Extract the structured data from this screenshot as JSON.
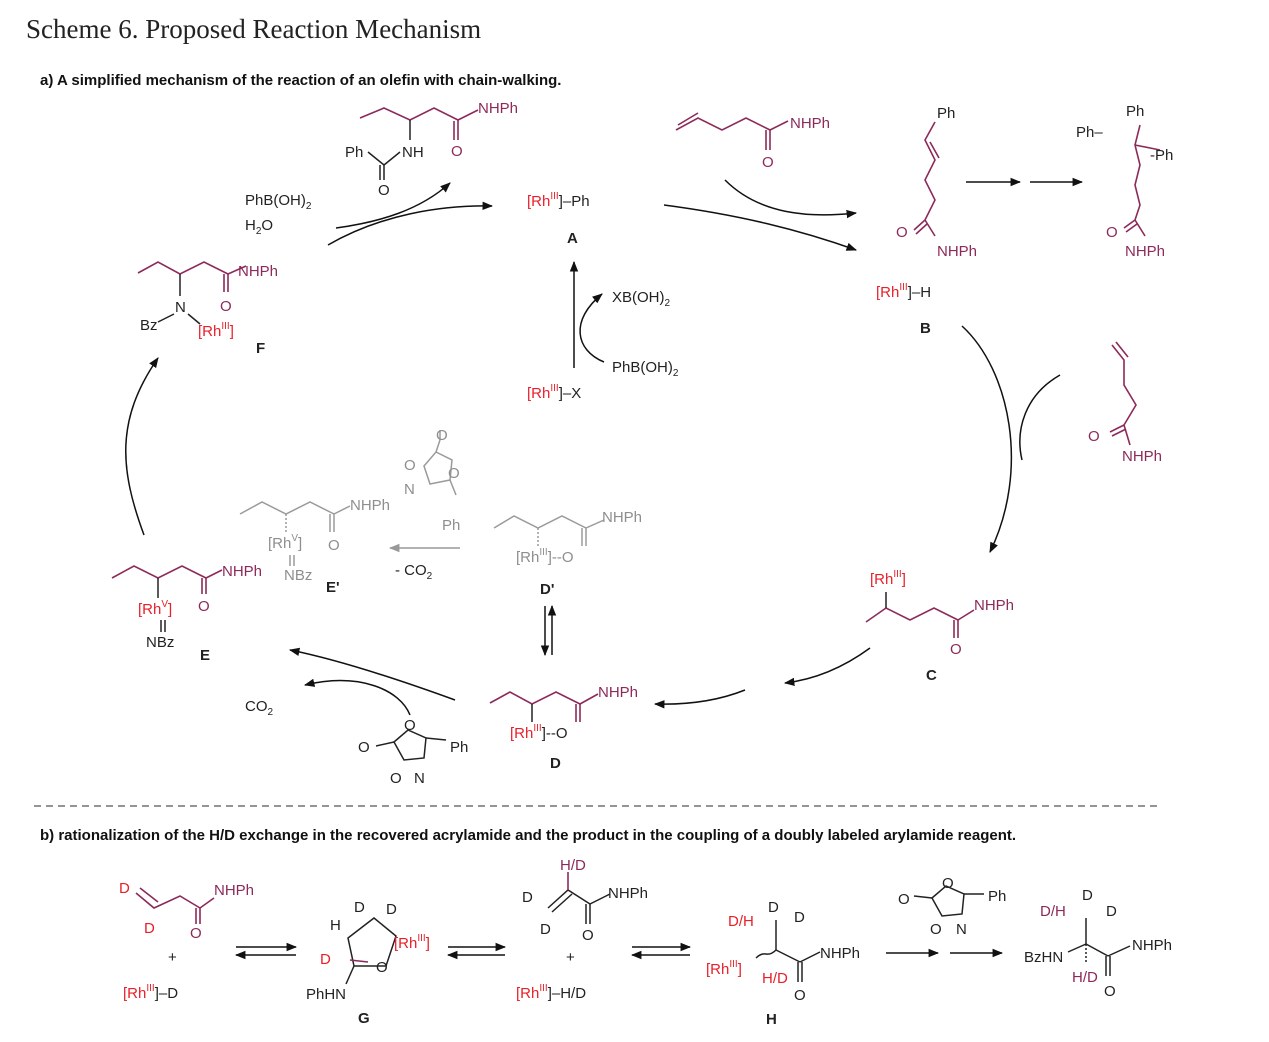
{
  "title": "Scheme 6. Proposed Reaction Mechanism",
  "section_a": "a) A simplified mechanism of the reaction of an olefin with chain-walking.",
  "section_b": "b) rationalization of the H/D exchange in the recovered acrylamide and the product in the coupling of a doubly labeled arylamide reagent.",
  "labels": {
    "A": "A",
    "B": "B",
    "C": "C",
    "D": "D",
    "Dp": "D'",
    "E": "E",
    "Ep": "E'",
    "F": "F",
    "G": "G",
    "H": "H"
  },
  "reagents": {
    "phb": "PhB(OH)",
    "h2o": "H",
    "xb": "XB(OH)",
    "phb2": "PhB(OH)",
    "co2_minus": "- CO",
    "co2": "CO",
    "plus": "+"
  },
  "chem": {
    "nhph": "NHPh",
    "ph": "Ph",
    "nh": "NH",
    "o": "O",
    "n": "N",
    "bz": "Bz",
    "nbz": "NBz",
    "h": "H",
    "d": "D",
    "hd": "H/D",
    "dh": "D/H",
    "phhn": "PhHN",
    "bzhn": "BzHN",
    "rh3": "[Rh",
    "rh5": "[Rh",
    "sup3": "III",
    "sup5": "V",
    "rhph": "]–Ph",
    "rhh": "]–H",
    "rhx": "]–X",
    "rhd": "]–D",
    "rhhd": "]–H/D",
    "close": "]",
    "rhO": "]--O",
    "phmin": "Ph–",
    "minph": "-Ph"
  },
  "colors": {
    "purple": "#8c2a5a",
    "red": "#e8202a",
    "gray": "#8e8e8e",
    "black": "#222222"
  }
}
